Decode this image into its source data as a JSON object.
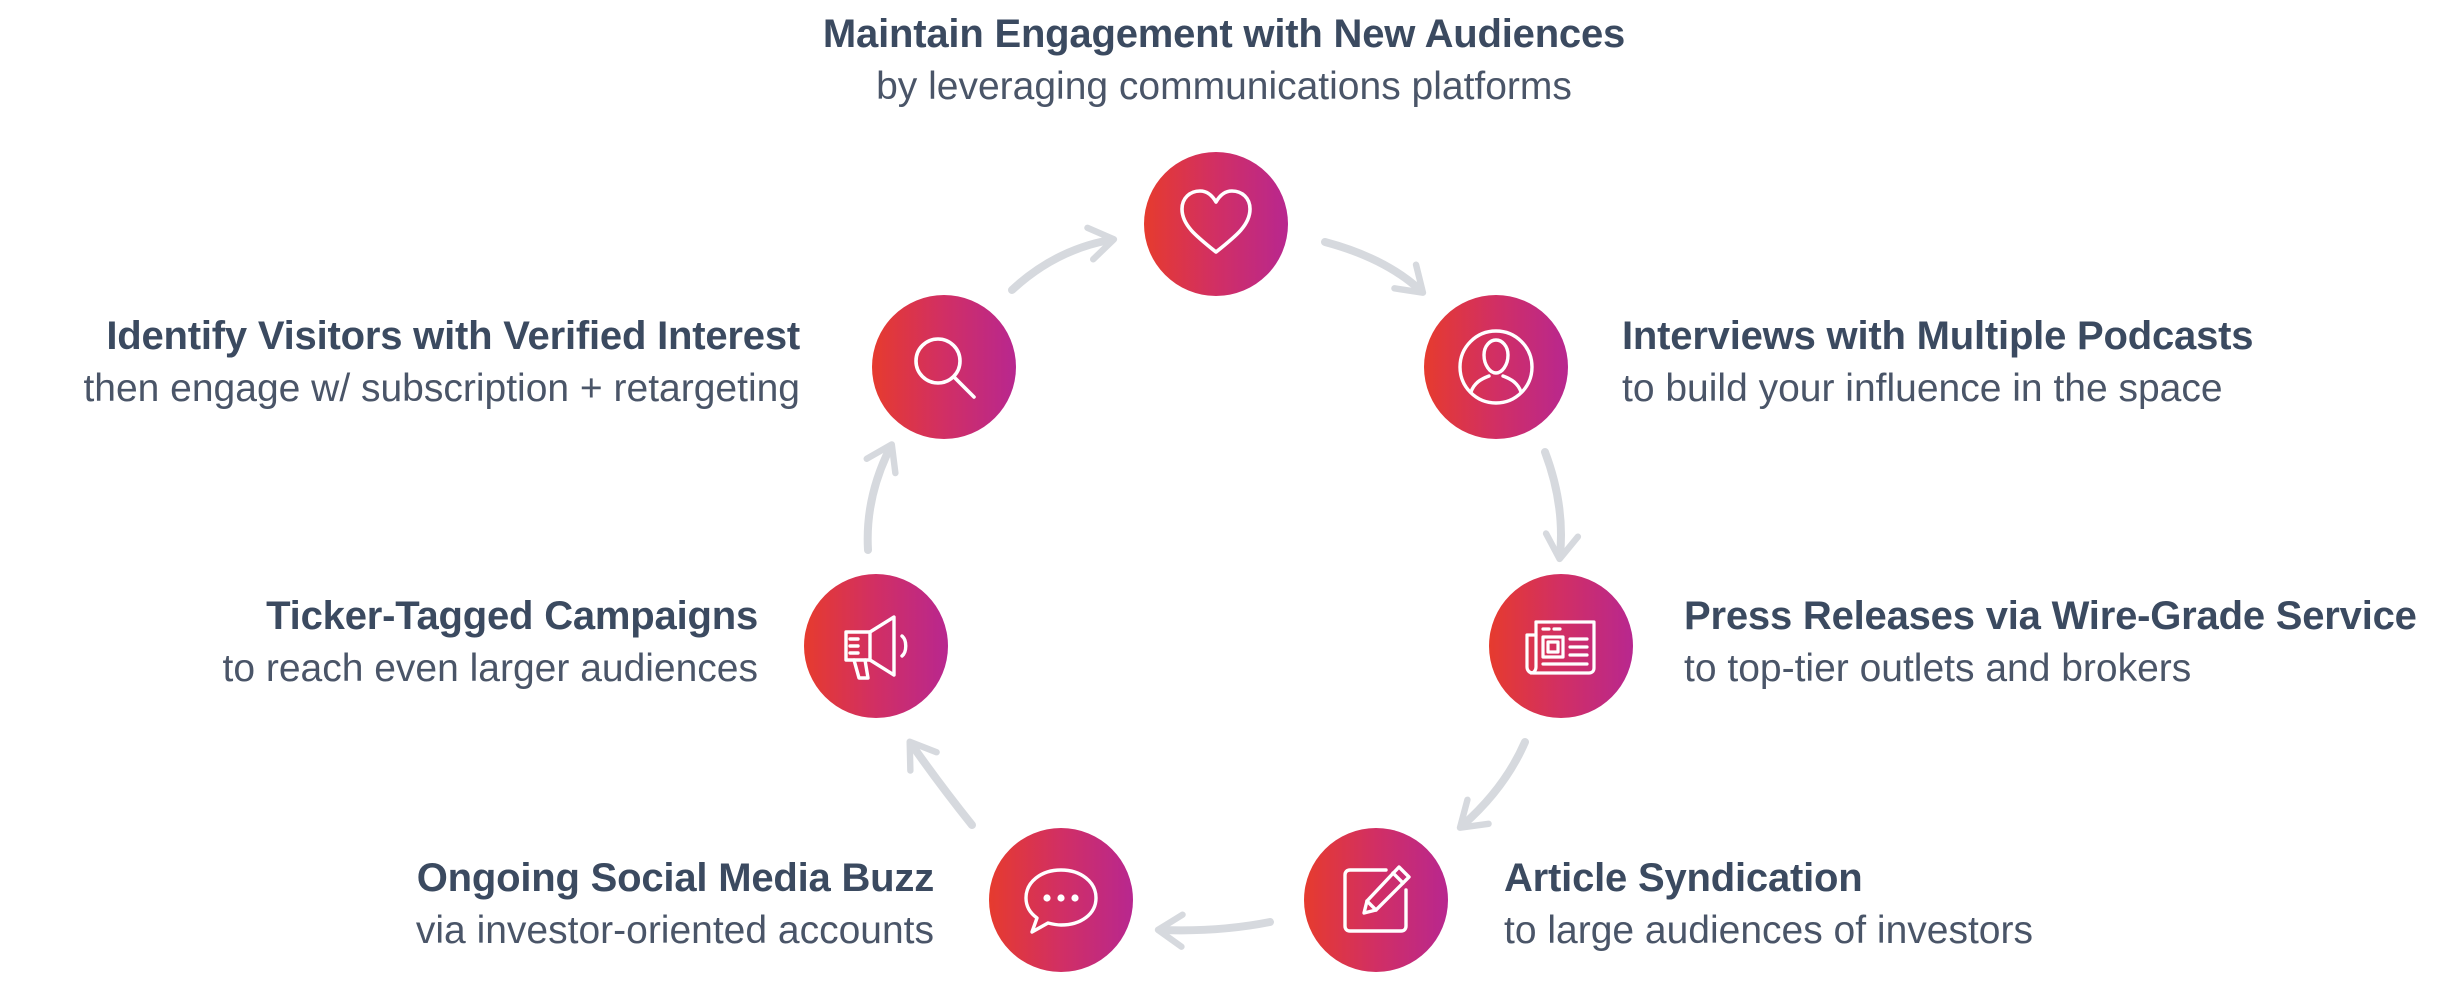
{
  "steps": [
    {
      "title": "Maintain Engagement with New Audiences",
      "subtitle": "by leveraging communications platforms",
      "icon": "heart-icon"
    },
    {
      "title": "Interviews with Multiple Podcasts",
      "subtitle": "to build your influence in the space",
      "icon": "person-icon"
    },
    {
      "title": "Press Releases via Wire-Grade Service",
      "subtitle": "to top-tier outlets and brokers",
      "icon": "newspaper-icon"
    },
    {
      "title": "Article Syndication",
      "subtitle": "to large audiences of investors",
      "icon": "edit-icon"
    },
    {
      "title": "Ongoing Social Media Buzz",
      "subtitle": "via investor-oriented accounts",
      "icon": "chat-bubble-icon"
    },
    {
      "title": "Ticker-Tagged Campaigns",
      "subtitle": "to reach even larger audiences",
      "icon": "megaphone-icon"
    },
    {
      "title": "Identify Visitors with Verified Interest",
      "subtitle": "then engage w/ subscription + retargeting",
      "icon": "search-icon"
    }
  ],
  "colors": {
    "node_gradient_start": "#e63b2e",
    "node_gradient_end": "#b8278f",
    "arrow": "#d6d9de",
    "title_text": "#3b4a60",
    "subtitle_text": "#4a5568"
  }
}
